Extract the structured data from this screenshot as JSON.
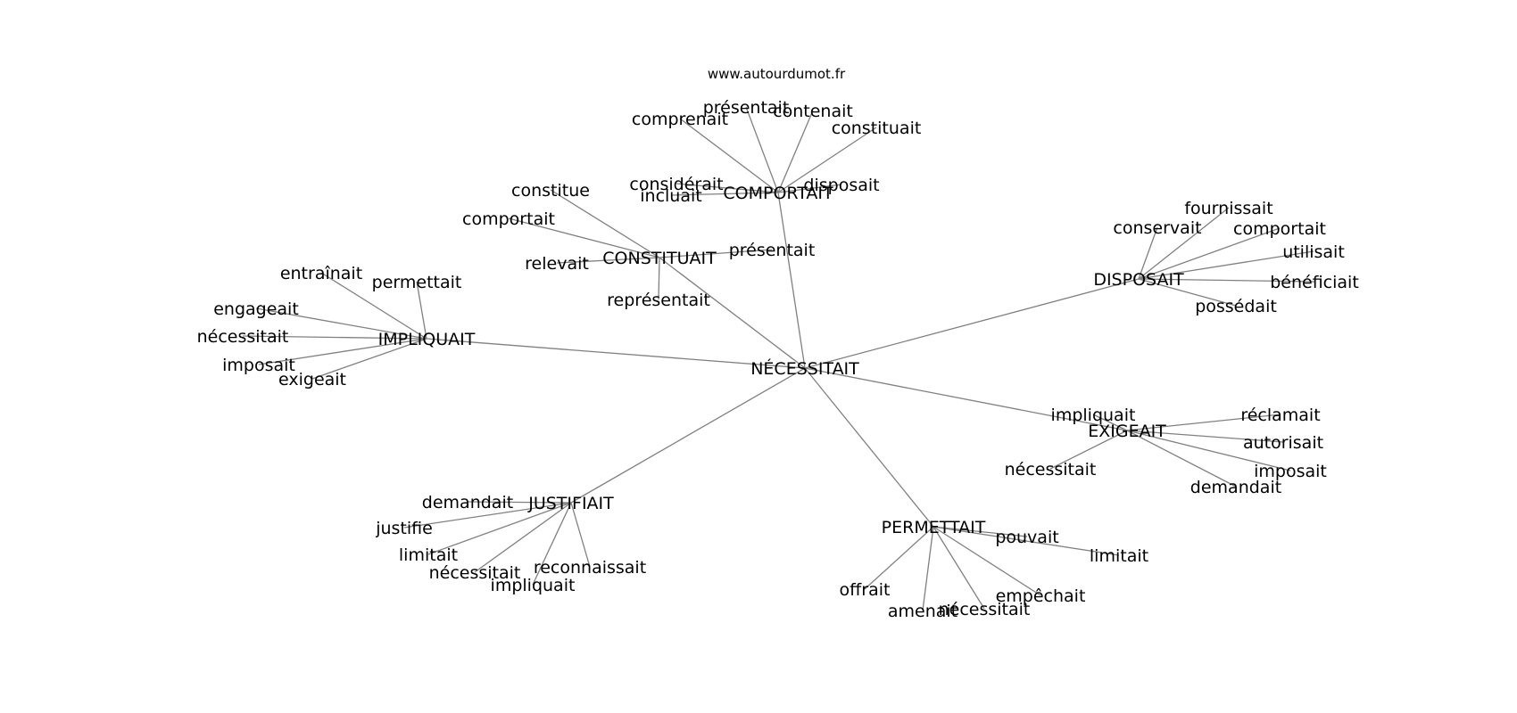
{
  "source": "www.autourdumot.fr",
  "center": "NÉCESSITAIT",
  "clusters": [
    {
      "hub": "COMPORTAIT",
      "neighbors": [
        "comprenait",
        "présentait",
        "contenait",
        "constituait",
        "disposait",
        "considérait",
        "incluait"
      ]
    },
    {
      "hub": "CONSTITUAIT",
      "neighbors": [
        "constitue",
        "comportait",
        "relevait",
        "représentait",
        "présentait"
      ]
    },
    {
      "hub": "DISPOSAIT",
      "neighbors": [
        "fournissait",
        "conservait",
        "comportait",
        "utilisait",
        "bénéficiait",
        "possédait"
      ]
    },
    {
      "hub": "IMPLIQUAIT",
      "neighbors": [
        "entraînait",
        "permettait",
        "engageait",
        "nécessitait",
        "imposait",
        "exigeait"
      ]
    },
    {
      "hub": "EXIGEAIT",
      "neighbors": [
        "impliquait",
        "réclamait",
        "autorisait",
        "imposait",
        "demandait",
        "nécessitait"
      ]
    },
    {
      "hub": "JUSTIFIAIT",
      "neighbors": [
        "demandait",
        "justifie",
        "limitait",
        "nécessitait",
        "impliquait",
        "reconnaissait"
      ]
    },
    {
      "hub": "PERMETTAIT",
      "neighbors": [
        "pouvait",
        "limitait",
        "offrait",
        "amenait",
        "nécessitait",
        "empêchait"
      ]
    }
  ],
  "colors": {
    "edge": "#808080",
    "text": "#000000",
    "background": "#ffffff"
  }
}
